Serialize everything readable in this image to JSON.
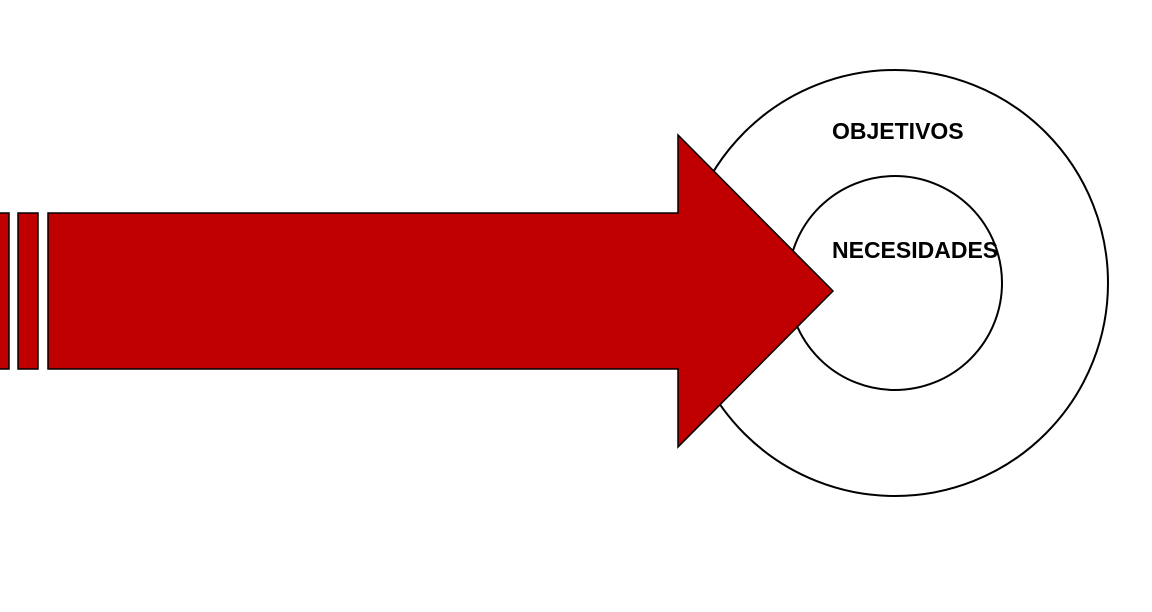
{
  "diagram": {
    "outer_ring": {
      "label": "OBJETIVOS"
    },
    "inner_ring": {
      "label": "NECESIDADES"
    },
    "arrow": {
      "stripes": 2
    }
  },
  "colors": {
    "arrow_fill": "#C00000",
    "outline": "#000000",
    "background": "#FFFFFF"
  }
}
